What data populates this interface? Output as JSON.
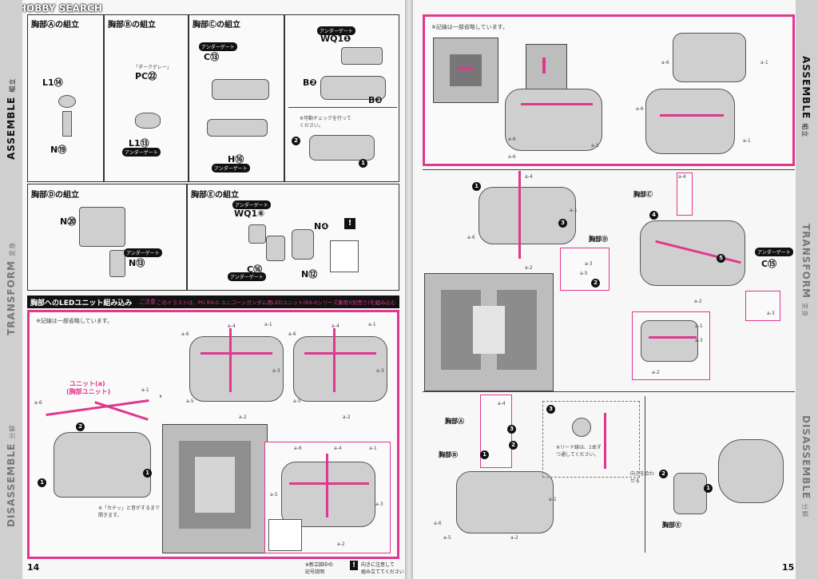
{
  "watermark": "HOBBY SEARCH",
  "colors": {
    "accent": "#e0388f",
    "dark": "#111111",
    "panel": "#fafafa"
  },
  "sidebar": {
    "left": {
      "assemble": "ASSEMBLE",
      "assemble_jp": "組立",
      "transform": "TRANSFORM",
      "transform_jp": "変身",
      "disassemble": "DISASSEMBLE",
      "disassemble_jp": "分解"
    },
    "right": {
      "assemble": "ASSEMBLE",
      "assemble_jp": "組立",
      "transform": "TRANSFORM",
      "transform_jp": "変身",
      "disassemble": "DISASSEMBLE",
      "disassemble_jp": "分解"
    }
  },
  "pages": {
    "left": "14",
    "right": "15"
  },
  "left": {
    "panel_a": {
      "title": "胸部Ⓐの組立",
      "parts": [
        "L1⑭",
        "N⑲"
      ]
    },
    "panel_b": {
      "title": "胸部Ⓑの組立",
      "parts": [
        "PC㉒",
        "L1⑬"
      ],
      "tag": "アンダーゲート",
      "note": "「ダークグレー」"
    },
    "panel_c": {
      "title": "胸部Ⓒの組立",
      "parts": [
        "C⑬",
        "H⑯"
      ],
      "tags": [
        "アンダーゲート",
        "アンダーゲート"
      ]
    },
    "panel_c2": {
      "parts": [
        "WQ1❶",
        "B❷",
        "B❸"
      ],
      "tag": "アンダーゲート",
      "note": "※可動チェックを行ってください。"
    },
    "panel_d": {
      "title": "胸部Ⓓの組立",
      "parts": [
        "N⑳",
        "N⑬"
      ],
      "tag": "アンダーゲート"
    },
    "panel_e": {
      "title": "胸部Ⓔの組立",
      "parts": [
        "WQ1⑥",
        "N❹",
        "C⑯",
        "N⑫"
      ],
      "tags": [
        "アンダーゲート",
        "アンダーゲート"
      ]
    },
    "led": {
      "title": "胸部へのLEDユニット組み込み",
      "subtitle": "ご注意",
      "desc": "このイラストは、PG RX-0 ユニコーンガンダム用LEDユニット(RX-0シリーズ兼用)(別売り)を組み込む場合の説明です。",
      "note": "※記線は一部省略しています。",
      "unit_label_1": "ユニット(a)",
      "unit_label_2": "(胸部ユニット)",
      "click_note": "※「カチッ」と音がするまで開きます。",
      "wires": [
        "a-1",
        "a-2",
        "a-3",
        "a-4",
        "a-5",
        "a-6"
      ]
    },
    "footer": {
      "note1": "※新立図中の",
      "note2": "記号説明",
      "note3": "向きに注意して",
      "note4": "組み立ててください"
    }
  },
  "right": {
    "top_note": "※記線は一部省略しています。",
    "mid_labels": {
      "chest_d": "胸部Ⓓ",
      "chest_c": "胸部Ⓒ",
      "part": "C⑮",
      "tag": "アンダーゲート"
    },
    "bottom_labels": {
      "chest_a": "胸部Ⓐ",
      "chest_b": "胸部Ⓑ",
      "chest_e": "胸部Ⓔ",
      "lead_note": "※リード線は、1本ずつ通してください。",
      "dir_note": "向きを合わせる"
    },
    "wires": [
      "a-1",
      "a-2",
      "a-3",
      "a-4",
      "a-5",
      "a-6"
    ]
  }
}
